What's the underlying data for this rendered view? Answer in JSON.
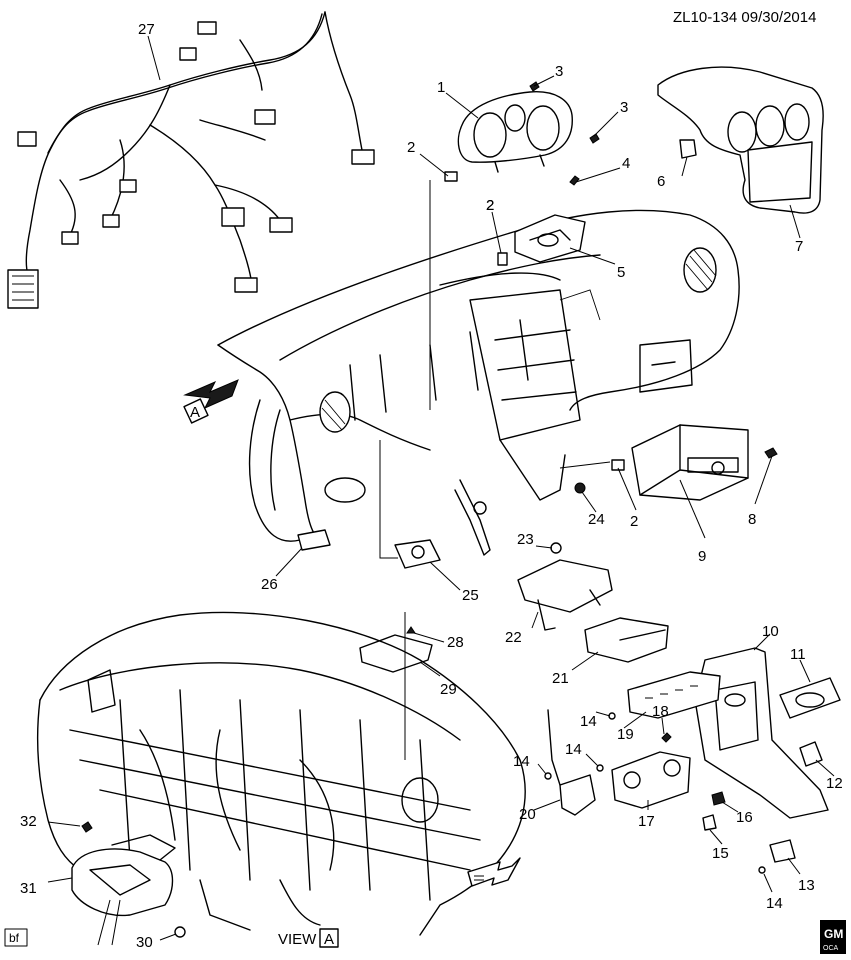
{
  "header": {
    "code": "ZL10-134 09/30/2014"
  },
  "callouts": [
    "1",
    "2",
    "3",
    "3",
    "2",
    "4",
    "2",
    "5",
    "6",
    "7",
    "8",
    "2",
    "9",
    "24",
    "23",
    "27",
    "26",
    "25",
    "22",
    "21",
    "10",
    "11",
    "12",
    "13",
    "14",
    "14",
    "14",
    "14",
    "15",
    "16",
    "17",
    "18",
    "19",
    "20",
    "28",
    "29",
    "30",
    "31",
    "32"
  ],
  "view": {
    "label": "VIEW",
    "box_letter": "A"
  },
  "arrow_marker": {
    "letter": "A"
  },
  "footer": {
    "left_tag": "bf",
    "logo_top": "GM",
    "logo_bottom": "OCA"
  }
}
